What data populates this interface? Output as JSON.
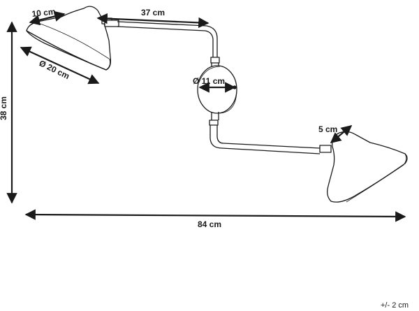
{
  "dimensions": {
    "shade_depth": "10 cm",
    "arm_length": "37 cm",
    "shade_diameter": "Ø 20 cm",
    "height": "38 cm",
    "base_diameter": "Ø 11 cm",
    "small_shade": "5 cm",
    "total_width": "84 cm"
  },
  "tolerance": "+/- 2 cm",
  "colors": {
    "stroke": "#1a1a1a",
    "background": "#ffffff"
  }
}
